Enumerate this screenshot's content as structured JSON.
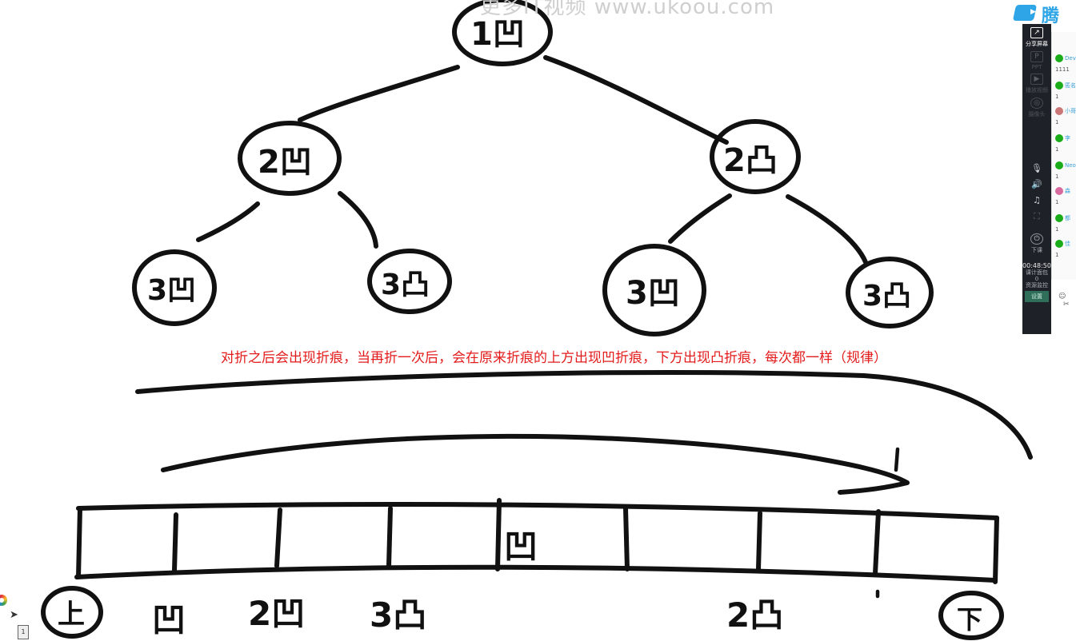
{
  "watermark": {
    "text": "更多IT视频  www.ukoou.com"
  },
  "tree": {
    "nodes": [
      {
        "id": "n1",
        "label": "1凹"
      },
      {
        "id": "n2l",
        "label": "2凹"
      },
      {
        "id": "n2r",
        "label": "2凸"
      },
      {
        "id": "n3a",
        "label": "3凹"
      },
      {
        "id": "n3b",
        "label": "3凸"
      },
      {
        "id": "n3c",
        "label": "3凹"
      },
      {
        "id": "n3d",
        "label": "3凸"
      }
    ]
  },
  "note": {
    "text": "对折之后会出现折痕，当再折一次后，会在原来折痕的上方出现凹折痕，下方出现凸折痕，每次都一样（规律）"
  },
  "strip": {
    "center_mark": "凹",
    "bottom_marks": [
      "上",
      "凹",
      "2凹",
      "3凸",
      "2凸",
      "下"
    ],
    "tick_mark": "1"
  },
  "brand": {
    "text": "腾讯"
  },
  "toolbar": {
    "share_label": "分享屏幕",
    "ppt_label": "PPT",
    "video_label": "播放视频",
    "camera_label": "摄像头",
    "end_class_label": "下课",
    "timer": "00:48:50",
    "stats_label": "课计面包",
    "stats_value": "0",
    "monitor_label": "资源监控",
    "bottom_btn": "设置"
  },
  "chat": {
    "rows": [
      {
        "name": "Dev",
        "msg": "1111"
      },
      {
        "name": "匿名",
        "msg": "1"
      },
      {
        "name": "小哥",
        "msg": "1"
      },
      {
        "name": "李",
        "msg": "1"
      },
      {
        "name": "Neo",
        "msg": "1"
      },
      {
        "name": "森",
        "msg": "1"
      },
      {
        "name": "都",
        "msg": "1"
      },
      {
        "name": "佳",
        "msg": "1"
      }
    ],
    "emoji": "☺",
    "scissors": "✂"
  },
  "float_tools": {
    "page": "1"
  }
}
